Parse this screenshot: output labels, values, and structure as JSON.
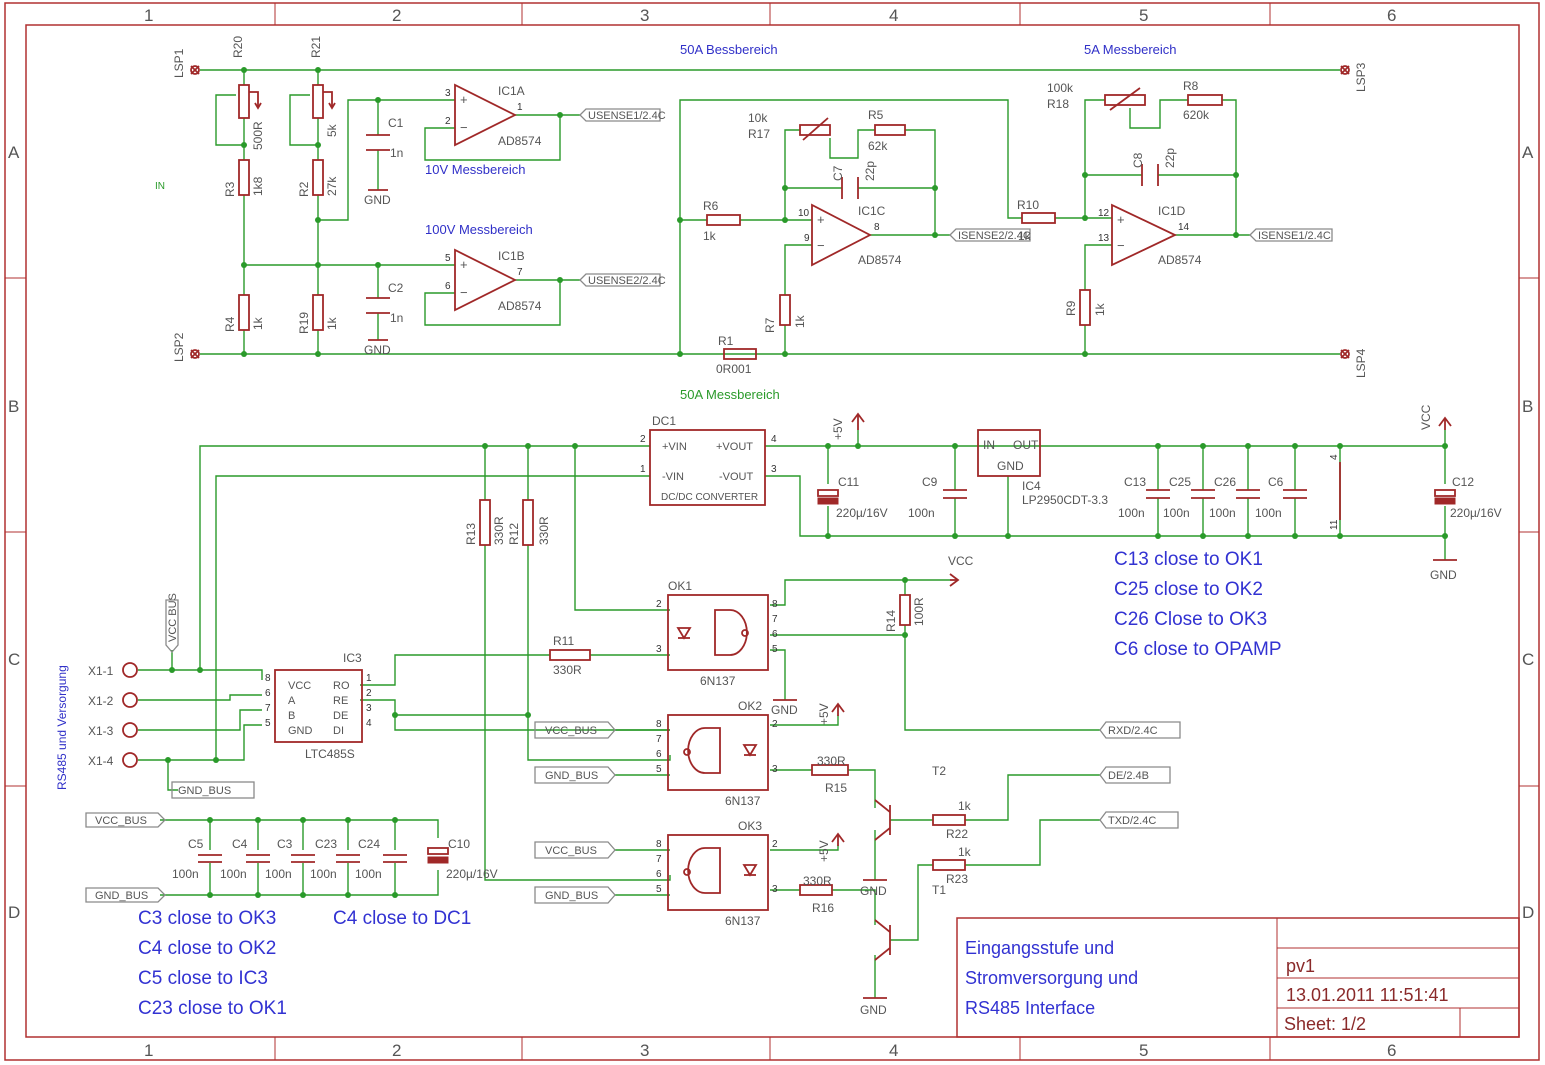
{
  "ruler": {
    "cols": [
      "1",
      "2",
      "3",
      "4",
      "5",
      "6"
    ],
    "rows": [
      "A",
      "B",
      "C",
      "D"
    ]
  },
  "heads": {
    "h50a_top": "50A Bessbereich",
    "h5a": "5A Messbereich",
    "h10v": "10V Messbereich",
    "h100v": "100V Messbereich",
    "h50a_bot": "50A Messbereich",
    "in_lbl": "IN",
    "rs485": "RS485 und Versorgung"
  },
  "parts": {
    "LSP1": "LSP1",
    "LSP2": "LSP2",
    "LSP3": "LSP3",
    "LSP4": "LSP4",
    "R20": "R20",
    "R20v": "500R",
    "R21": "R21",
    "R21v": "5k",
    "R3": "R3",
    "R3v": "1k8",
    "R2": "R2",
    "R2v": "27k",
    "R4": "R4",
    "R4v": "1k",
    "R19": "R19",
    "R19v": "1k",
    "C1": "C1",
    "C1v": "1n",
    "C2": "C2",
    "C2v": "1n",
    "IC1A": "IC1A",
    "IC1B": "IC1B",
    "IC1C": "IC1C",
    "IC1D": "IC1D",
    "AD": "AD8574",
    "R17": "R17",
    "R17v": "10k",
    "R5": "R5",
    "R5v": "62k",
    "C7": "C7",
    "C7v": "22p",
    "R6": "R6",
    "R6v": "1k",
    "R7": "R7",
    "R7v": "1k",
    "R1": "R1",
    "R1v": "0R001",
    "R10": "R10",
    "R10v": "1k",
    "R18": "R18",
    "R18v": "100k",
    "R8": "R8",
    "R8v": "620k",
    "C8": "C8",
    "C8v": "22p",
    "R9": "R9",
    "R9v": "1k",
    "DC1": "DC1",
    "dc_vin_p": "+VIN",
    "dc_vin_m": "-VIN",
    "dc_vout_p": "+VOUT",
    "dc_vout_m": "-VOUT",
    "dc_name": "DC/DC CONVERTER",
    "C11": "C11",
    "C11v": "220µ/16V",
    "C9": "C9",
    "C9v": "100n",
    "IC4": "IC4",
    "IC4v": "LP2950CDT-3.3",
    "ic4_in": "IN",
    "ic4_out": "OUT",
    "ic4_gnd": "GND",
    "C13": "C13",
    "C25": "C25",
    "C26": "C26",
    "C6": "C6",
    "C12": "C12",
    "C12v": "220µ/16V",
    "n100": "100n",
    "OK1": "OK1",
    "OK2": "OK2",
    "OK3": "OK3",
    "N137": "6N137",
    "R11": "R11",
    "R11v": "330R",
    "R13": "R13",
    "R13v": "330R",
    "R12": "R12",
    "R12v": "330R",
    "R14": "R14",
    "R14v": "100R",
    "IC3": "IC3",
    "IC3v": "LTC485S",
    "R15": "R15",
    "R15v": "330R",
    "R16": "R16",
    "R16v": "330R",
    "R22": "R22",
    "R22v": "1k",
    "R23": "R23",
    "R23v": "1k",
    "T1": "T1",
    "T2": "T2",
    "C5": "C5",
    "C4": "C4",
    "C3": "C3",
    "C23": "C23",
    "C24": "C24",
    "C10": "C10",
    "C10v": "220µ/16V",
    "X1_1": "X1-1",
    "X1_2": "X1-2",
    "X1_3": "X1-3",
    "X1_4": "X1-4",
    "ic3_vcc": "VCC",
    "ic3_a": "A",
    "ic3_b": "B",
    "ic3_gnd": "GND",
    "ic3_ro": "RO",
    "ic3_re": "RE",
    "ic3_de": "DE",
    "ic3_di": "DI"
  },
  "nets": {
    "gnd": "GND",
    "vcc": "VCC",
    "p5v": "+5V",
    "usense1": "USENSE1/2.4C",
    "usense2": "USENSE2/2.4C",
    "isense2": "ISENSE2/2.4C",
    "isense1": "ISENSE1/2.4C",
    "vcc_bus": "VCC_BUS",
    "vcc_bus_v": "VCC BUS",
    "gnd_bus": "GND_BUS",
    "rxd": "RXD/2.4C",
    "de": "DE/2.4B",
    "txd": "TXD/2.4C"
  },
  "notes": {
    "n1": "C13 close to OK1",
    "n2": "C25 close to OK2",
    "n3": "C26 Close to OK3",
    "n4": "C6 close to OPAMP",
    "n5": "C3 close to  OK3",
    "n6": "C4 close to DC1",
    "n7": "C4 close to OK2",
    "n8": "C5 close to IC3",
    "n9": "C23 close to OK1"
  },
  "titleblock": {
    "line1": "Eingangsstufe und",
    "line2": "Stromversorgung und",
    "line3": "RS485 Interface",
    "name": "pv1",
    "date": "13.01.2011  11:51:41",
    "sheet": "Sheet: 1/2"
  },
  "colors": {
    "frame": "#b03030",
    "wire": "#2a9a2a",
    "symbol": "#a02828",
    "note": "#3232d2"
  }
}
